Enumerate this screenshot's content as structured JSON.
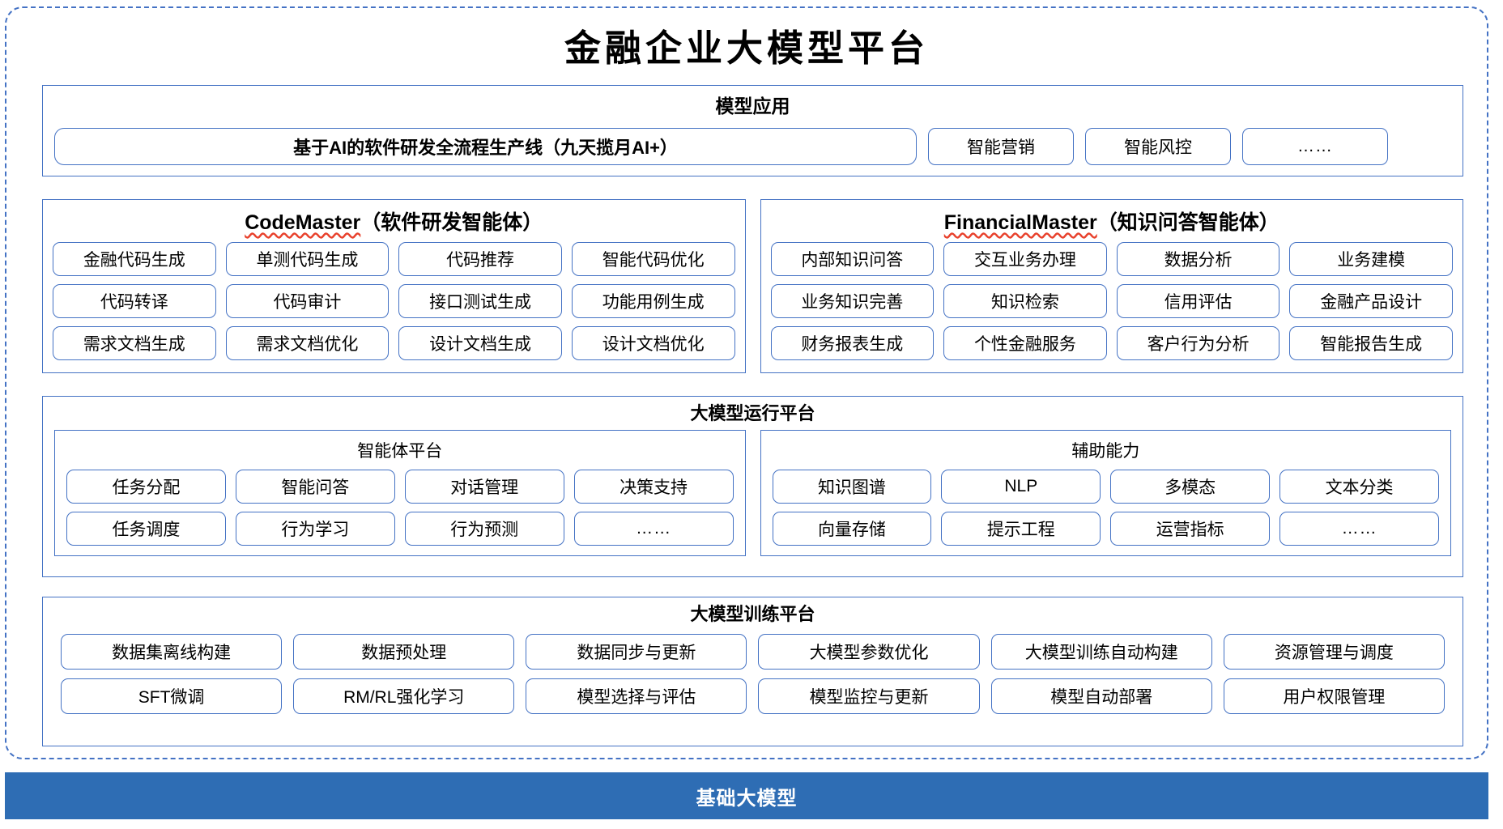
{
  "page": {
    "title": "金融企业大模型平台"
  },
  "applications": {
    "title": "模型应用",
    "primary": "基于AI的软件研发全流程生产线（九天揽月AI+）",
    "items": [
      "智能营销",
      "智能风控",
      "……"
    ]
  },
  "agents": [
    {
      "latin_name": "CodeMaster",
      "suffix": "（软件研发智能体）",
      "items": [
        "金融代码生成",
        "单测代码生成",
        "代码推荐",
        "智能代码优化",
        "代码转译",
        "代码审计",
        "接口测试生成",
        "功能用例生成",
        "需求文档生成",
        "需求文档优化",
        "设计文档生成",
        "设计文档优化"
      ]
    },
    {
      "latin_name": "FinancialMaster",
      "suffix": "（知识问答智能体）",
      "items": [
        "内部知识问答",
        "交互业务办理",
        "数据分析",
        "业务建模",
        "业务知识完善",
        "知识检索",
        "信用评估",
        "金融产品设计",
        "财务报表生成",
        "个性金融服务",
        "客户行为分析",
        "智能报告生成"
      ]
    }
  ],
  "runtime": {
    "title": "大模型运行平台",
    "sections": [
      {
        "title": "智能体平台",
        "items": [
          "任务分配",
          "智能问答",
          "对话管理",
          "决策支持",
          "任务调度",
          "行为学习",
          "行为预测",
          "……"
        ]
      },
      {
        "title": "辅助能力",
        "items": [
          "知识图谱",
          "NLP",
          "多模态",
          "文本分类",
          "向量存储",
          "提示工程",
          "运营指标",
          "……"
        ]
      }
    ]
  },
  "training": {
    "title": "大模型训练平台",
    "items": [
      "数据集离线构建",
      "数据预处理",
      "数据同步与更新",
      "大模型参数优化",
      "大模型训练自动构建",
      "资源管理与调度",
      "SFT微调",
      "RM/RL强化学习",
      "模型选择与评估",
      "模型监控与更新",
      "模型自动部署",
      "用户权限管理"
    ]
  },
  "base_model": {
    "label": "基础大模型"
  },
  "colors": {
    "accent": "#4472c4",
    "base_bar": "#2e6db4",
    "spellcheck": "#e8412c"
  }
}
